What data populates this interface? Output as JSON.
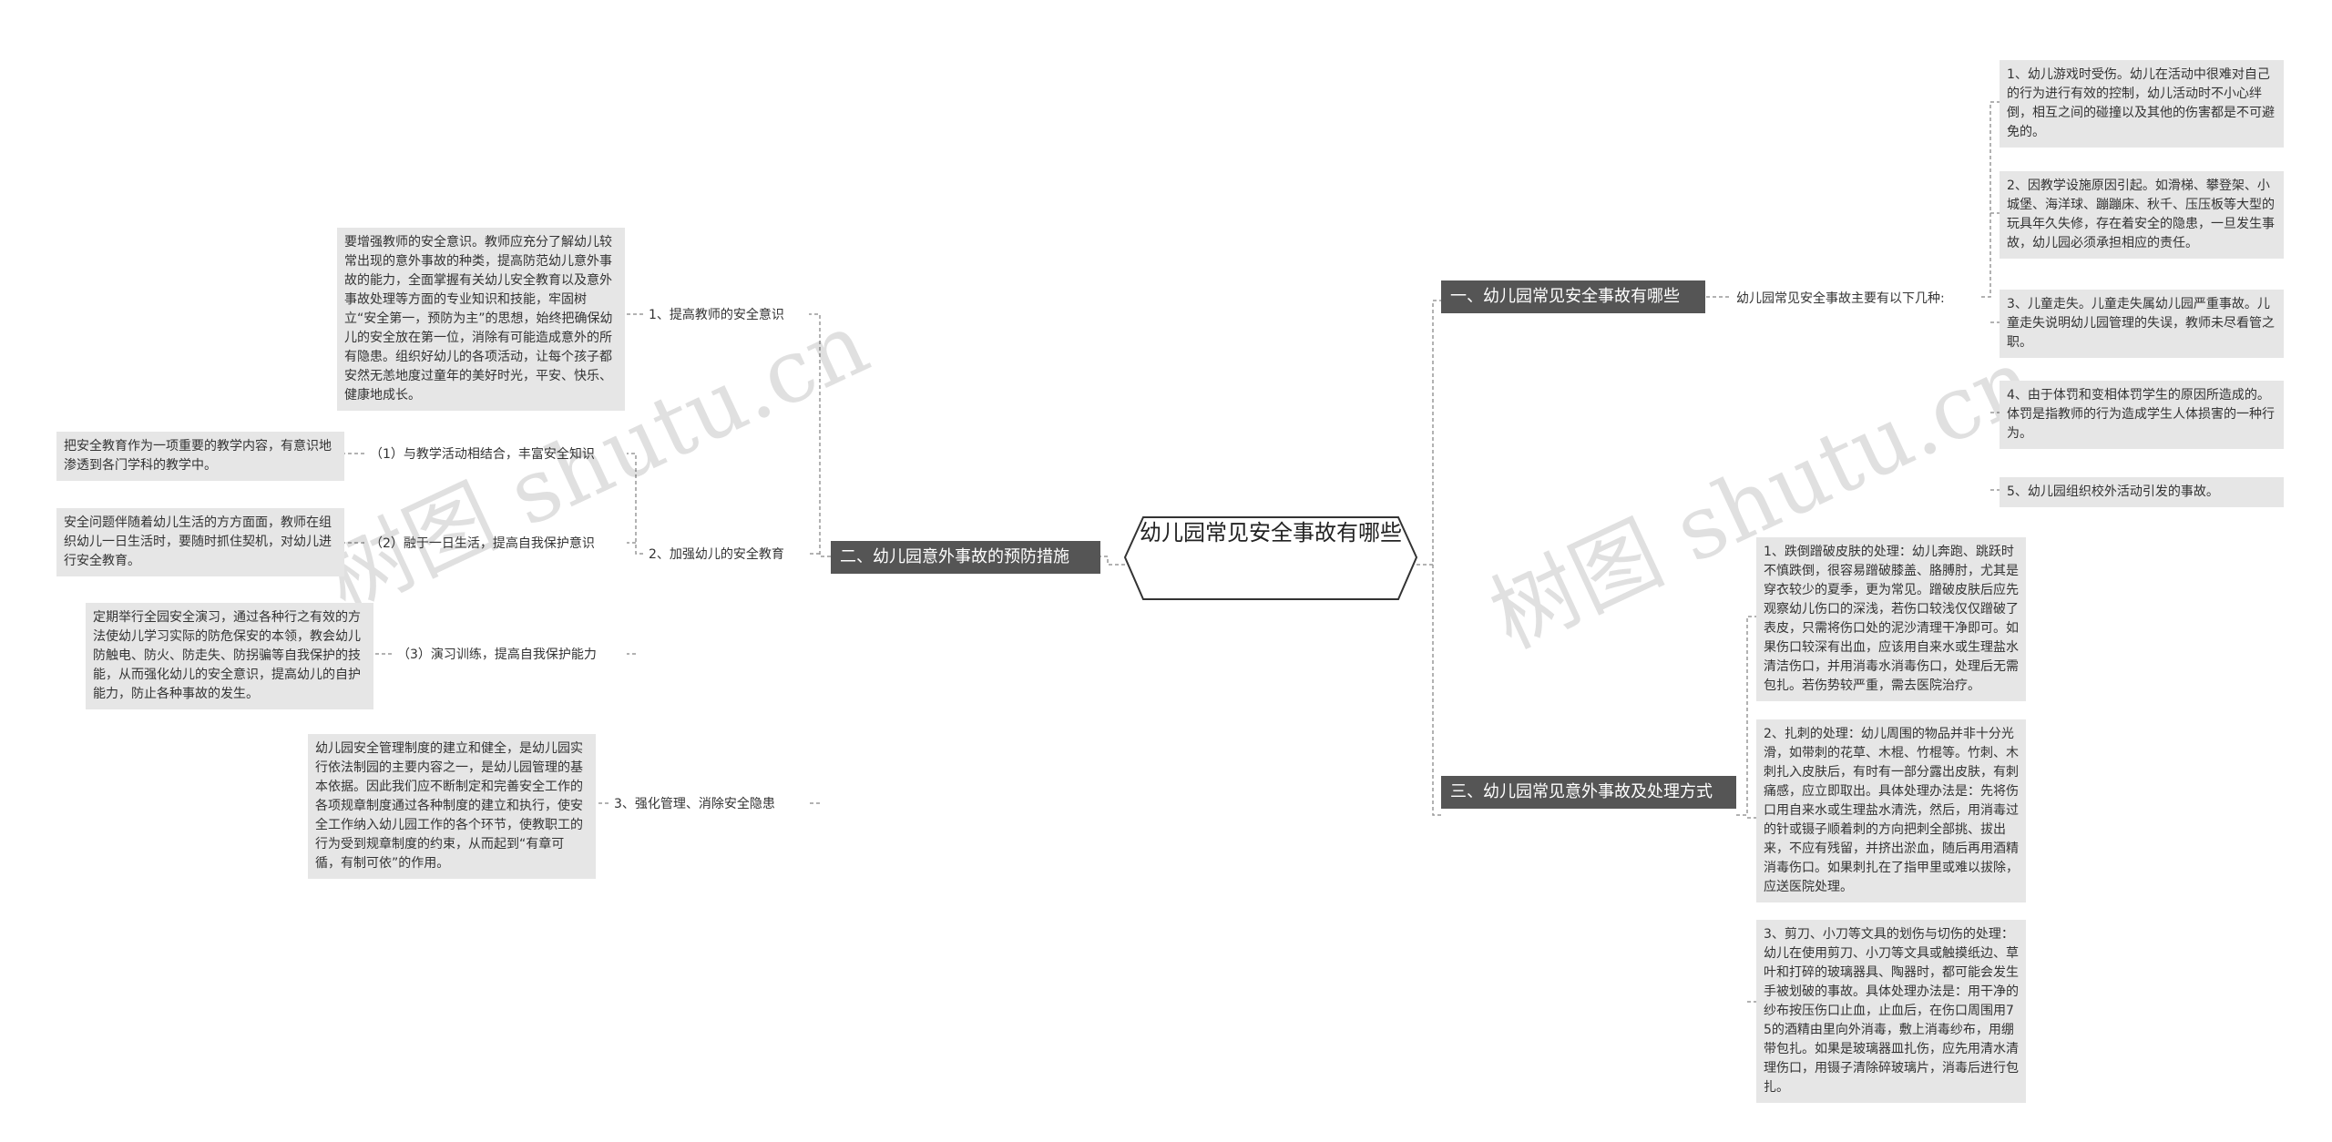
{
  "root": {
    "title": "幼儿园常见安全事故有哪些"
  },
  "watermark": {
    "text": "树图 shutu.cn"
  },
  "colors": {
    "main_bg": "#555555",
    "leaf_bg": "#e6e6e6",
    "line": "#999999"
  },
  "branch1": {
    "label": "一、幼儿园常见安全事故有哪些",
    "child": "幼儿园常见安全事故主要有以下几种:",
    "items": [
      "1、幼儿游戏时受伤。幼儿在活动中很难对自己的行为进行有效的控制，幼儿活动时不小心绊倒，相互之间的碰撞以及其他的伤害都是不可避免的。",
      "2、因教学设施原因引起。如滑梯、攀登架、小城堡、海洋球、蹦蹦床、秋千、压压板等大型的玩具年久失修，存在着安全的隐患，一旦发生事故，幼儿园必须承担相应的责任。",
      "3、儿童走失。儿童走失属幼儿园严重事故。儿童走失说明幼儿园管理的失误，教师未尽看管之职。",
      "4、由于体罚和变相体罚学生的原因所造成的。体罚是指教师的行为造成学生人体损害的一种行为。",
      "5、幼儿园组织校外活动引发的事故。"
    ]
  },
  "branch2": {
    "label": "二、幼儿园意外事故的预防措施",
    "sub1": {
      "label": "1、提高教师的安全意识",
      "text": "要增强教师的安全意识。教师应充分了解幼儿较常出现的意外事故的种类，提高防范幼儿意外事故的能力，全面掌握有关幼儿安全教育以及意外事故处理等方面的专业知识和技能，牢固树立“安全第一，预防为主”的思想，始终把确保幼儿的安全放在第一位，消除有可能造成意外的所有隐患。组织好幼儿的各项活动，让每个孩子都安然无恙地度过童年的美好时光，平安、快乐、健康地成长。"
    },
    "sub2": {
      "label": "2、加强幼儿的安全教育",
      "items": [
        {
          "label": "（1）与教学活动相结合，丰富安全知识",
          "text": "把安全教育作为一项重要的教学内容，有意识地渗透到各门学科的教学中。"
        },
        {
          "label": "（2）融于一日生活，提高自我保护意识",
          "text": "安全问题伴随着幼儿生活的方方面面，教师在组织幼儿一日生活时，要随时抓住契机，对幼儿进行安全教育。"
        },
        {
          "label": "（3）演习训练，提高自我保护能力",
          "text": "定期举行全园安全演习，通过各种行之有效的方法使幼儿学习实际的防危保安的本领，教会幼儿防触电、防火、防走失、防拐骗等自我保护的技能，从而强化幼儿的安全意识，提高幼儿的自护能力，防止各种事故的发生。"
        }
      ]
    },
    "sub3": {
      "label": "3、强化管理、消除安全隐患",
      "text": "幼儿园安全管理制度的建立和健全，是幼儿园实行依法制园的主要内容之一，是幼儿园管理的基本依据。因此我们应不断制定和完善安全工作的各项规章制度通过各种制度的建立和执行，使安全工作纳入幼儿园工作的各个环节，使教职工的行为受到规章制度的约束，从而起到“有章可循，有制可依”的作用。"
    }
  },
  "branch3": {
    "label": "三、幼儿园常见意外事故及处理方式",
    "items": [
      "1、跌倒蹭破皮肤的处理：幼儿奔跑、跳跃时不慎跌倒，很容易蹭破膝盖、胳膊肘，尤其是穿衣较少的夏季，更为常见。蹭破皮肤后应先观察幼儿伤口的深浅，若伤口较浅仅仅蹭破了表皮，只需将伤口处的泥沙清理干净即可。如果伤口较深有出血，应该用自来水或生理盐水清洁伤口，并用消毒水消毒伤口，处理后无需包扎。若伤势较严重，需去医院治疗。",
      "2、扎刺的处理：幼儿周围的物品并非十分光滑，如带刺的花草、木棍、竹棍等。竹刺、木刺扎入皮肤后，有时有一部分露出皮肤，有刺痛感，应立即取出。具体处理办法是：先将伤口用自来水或生理盐水清洗，然后，用消毒过的针或镊子顺着刺的方向把刺全部挑、拔出来，不应有残留，并挤出淤血，随后再用酒精消毒伤口。如果刺扎在了指甲里或难以拔除，应送医院处理。",
      "3、剪刀、小刀等文具的划伤与切伤的处理：幼儿在使用剪刀、小刀等文具或触摸纸边、草叶和打碎的玻璃器具、陶器时，都可能会发生手被划破的事故。具体处理办法是：用干净的纱布按压伤口止血，止血后，在伤口周围用75的酒精由里向外消毒，敷上消毒纱布，用绷带包扎。如果是玻璃器皿扎伤，应先用清水清理伤口，用镊子清除碎玻璃片，消毒后进行包扎。"
    ]
  }
}
